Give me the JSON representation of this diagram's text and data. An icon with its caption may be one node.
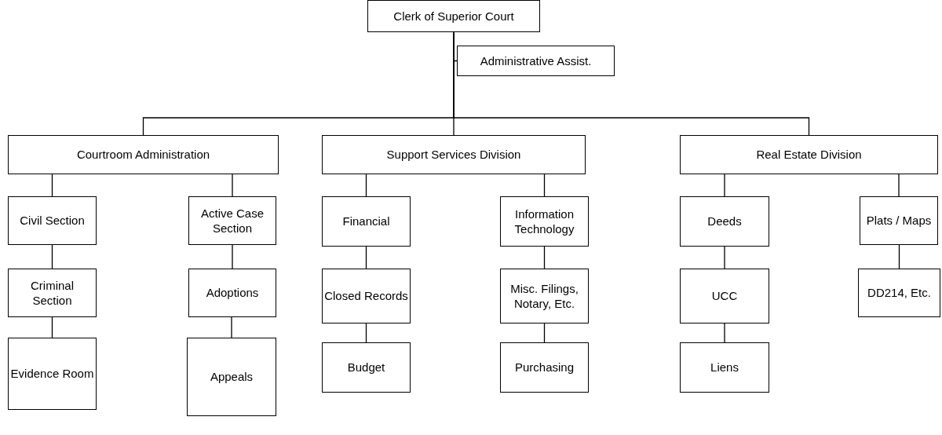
{
  "diagram": {
    "nodes": [
      {
        "text": [
          "Clerk of Superior Court"
        ]
      },
      {
        "text": [
          "Administrative Assist."
        ]
      },
      {
        "text": [
          "Courtroom Administration"
        ]
      },
      {
        "text": [
          "Support Services Division"
        ]
      },
      {
        "text": [
          "Real Estate Division"
        ]
      },
      {
        "text": [
          "Civil Section"
        ]
      },
      {
        "text": [
          "Criminal Section"
        ]
      },
      {
        "text": [
          "Evidence Room"
        ]
      },
      {
        "text": [
          "Active Case Section"
        ]
      },
      {
        "text": [
          "Adoptions"
        ]
      },
      {
        "text": [
          "Appeals"
        ]
      },
      {
        "text": [
          "Financial"
        ]
      },
      {
        "text": [
          "Closed Records"
        ]
      },
      {
        "text": [
          "Budget"
        ]
      },
      {
        "text": [
          "Information Technology"
        ]
      },
      {
        "text": [
          "Misc. Filings, Notary, Etc."
        ]
      },
      {
        "text": [
          "Purchasing"
        ]
      },
      {
        "text": [
          "Deeds"
        ]
      },
      {
        "text": [
          "UCC"
        ]
      },
      {
        "text": [
          "Liens"
        ]
      },
      {
        "text": [
          "Plats / Maps"
        ]
      },
      {
        "text": [
          "DD214, Etc."
        ]
      }
    ],
    "edges": [
      {
        "from": 0,
        "to": 1,
        "arrow": "none"
      },
      {
        "from": 0,
        "to": 2,
        "arrow": "none"
      },
      {
        "from": 0,
        "to": 3,
        "arrow": "none"
      },
      {
        "from": 0,
        "to": 4,
        "arrow": "none"
      },
      {
        "from": 2,
        "to": 5,
        "arrow": "none"
      },
      {
        "from": 5,
        "to": 6,
        "arrow": "none"
      },
      {
        "from": 6,
        "to": 7,
        "arrow": "none"
      },
      {
        "from": 2,
        "to": 8,
        "arrow": "none"
      },
      {
        "from": 8,
        "to": 9,
        "arrow": "none"
      },
      {
        "from": 9,
        "to": 10,
        "arrow": "none"
      },
      {
        "from": 3,
        "to": 11,
        "arrow": "none"
      },
      {
        "from": 11,
        "to": 12,
        "arrow": "none"
      },
      {
        "from": 12,
        "to": 13,
        "arrow": "none"
      },
      {
        "from": 3,
        "to": 14,
        "arrow": "none"
      },
      {
        "from": 14,
        "to": 15,
        "arrow": "none"
      },
      {
        "from": 15,
        "to": 16,
        "arrow": "none"
      },
      {
        "from": 4,
        "to": 17,
        "arrow": "none"
      },
      {
        "from": 17,
        "to": 18,
        "arrow": "none"
      },
      {
        "from": 18,
        "to": 19,
        "arrow": "none"
      },
      {
        "from": 4,
        "to": 20,
        "arrow": "none"
      },
      {
        "from": 20,
        "to": 21,
        "arrow": "none"
      }
    ]
  }
}
